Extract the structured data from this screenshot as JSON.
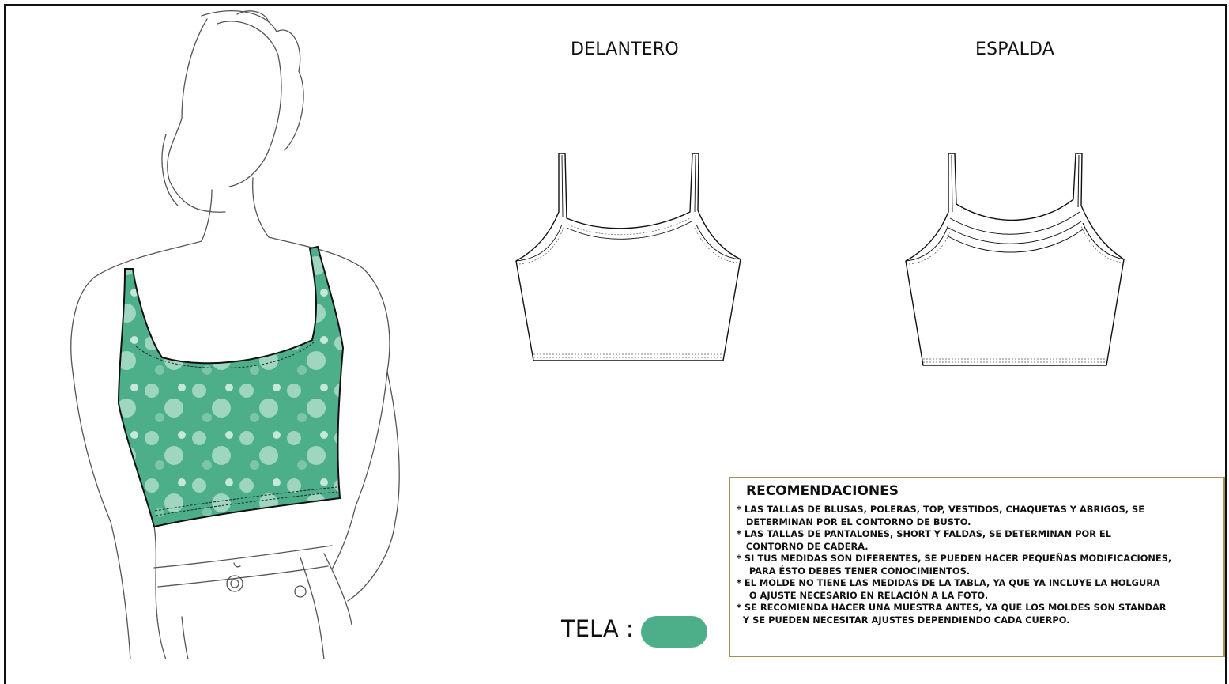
{
  "views": {
    "front_title": "DELANTERO",
    "back_title": "ESPALDA"
  },
  "fabric": {
    "label": "TELA :",
    "color": "#4caf8a"
  },
  "recommendations": {
    "title": "RECOMENDACIONES",
    "items": [
      "* LAS TALLAS DE BLUSAS, POLERAS, TOP, VESTIDOS, CHAQUETAS Y ABRIGOS, SE\n   DETERMINAN POR EL CONTORNO DE BUSTO.",
      "* LAS TALLAS DE PANTALONES, SHORT Y FALDAS, SE DETERMINAN POR EL\n   CONTORNO DE CADERA.",
      "* SI TUS MEDIDAS SON DIFERENTES, SE PUEDEN HACER PEQUEÑAS MODIFICACIONES,\n    PARA ÉSTO DEBES TENER CONOCIMIENTOS.",
      "* EL MOLDE NO TIENE LAS MEDIDAS DE LA TABLA, YA QUE YA INCLUYE LA HOLGURA\n    O AJUSTE NECESARIO EN RELACIÓN A LA FOTO.",
      "* SE RECOMIENDA HACER UNA MUESTRA ANTES, YA QUE LOS MOLDES SON STANDAR\n  Y SE PUEDEN NECESITAR AJUSTES DEPENDIENDO CADA CUERPO."
    ]
  },
  "colors": {
    "frame": "#111111",
    "recs_border": "#a88f5a"
  }
}
